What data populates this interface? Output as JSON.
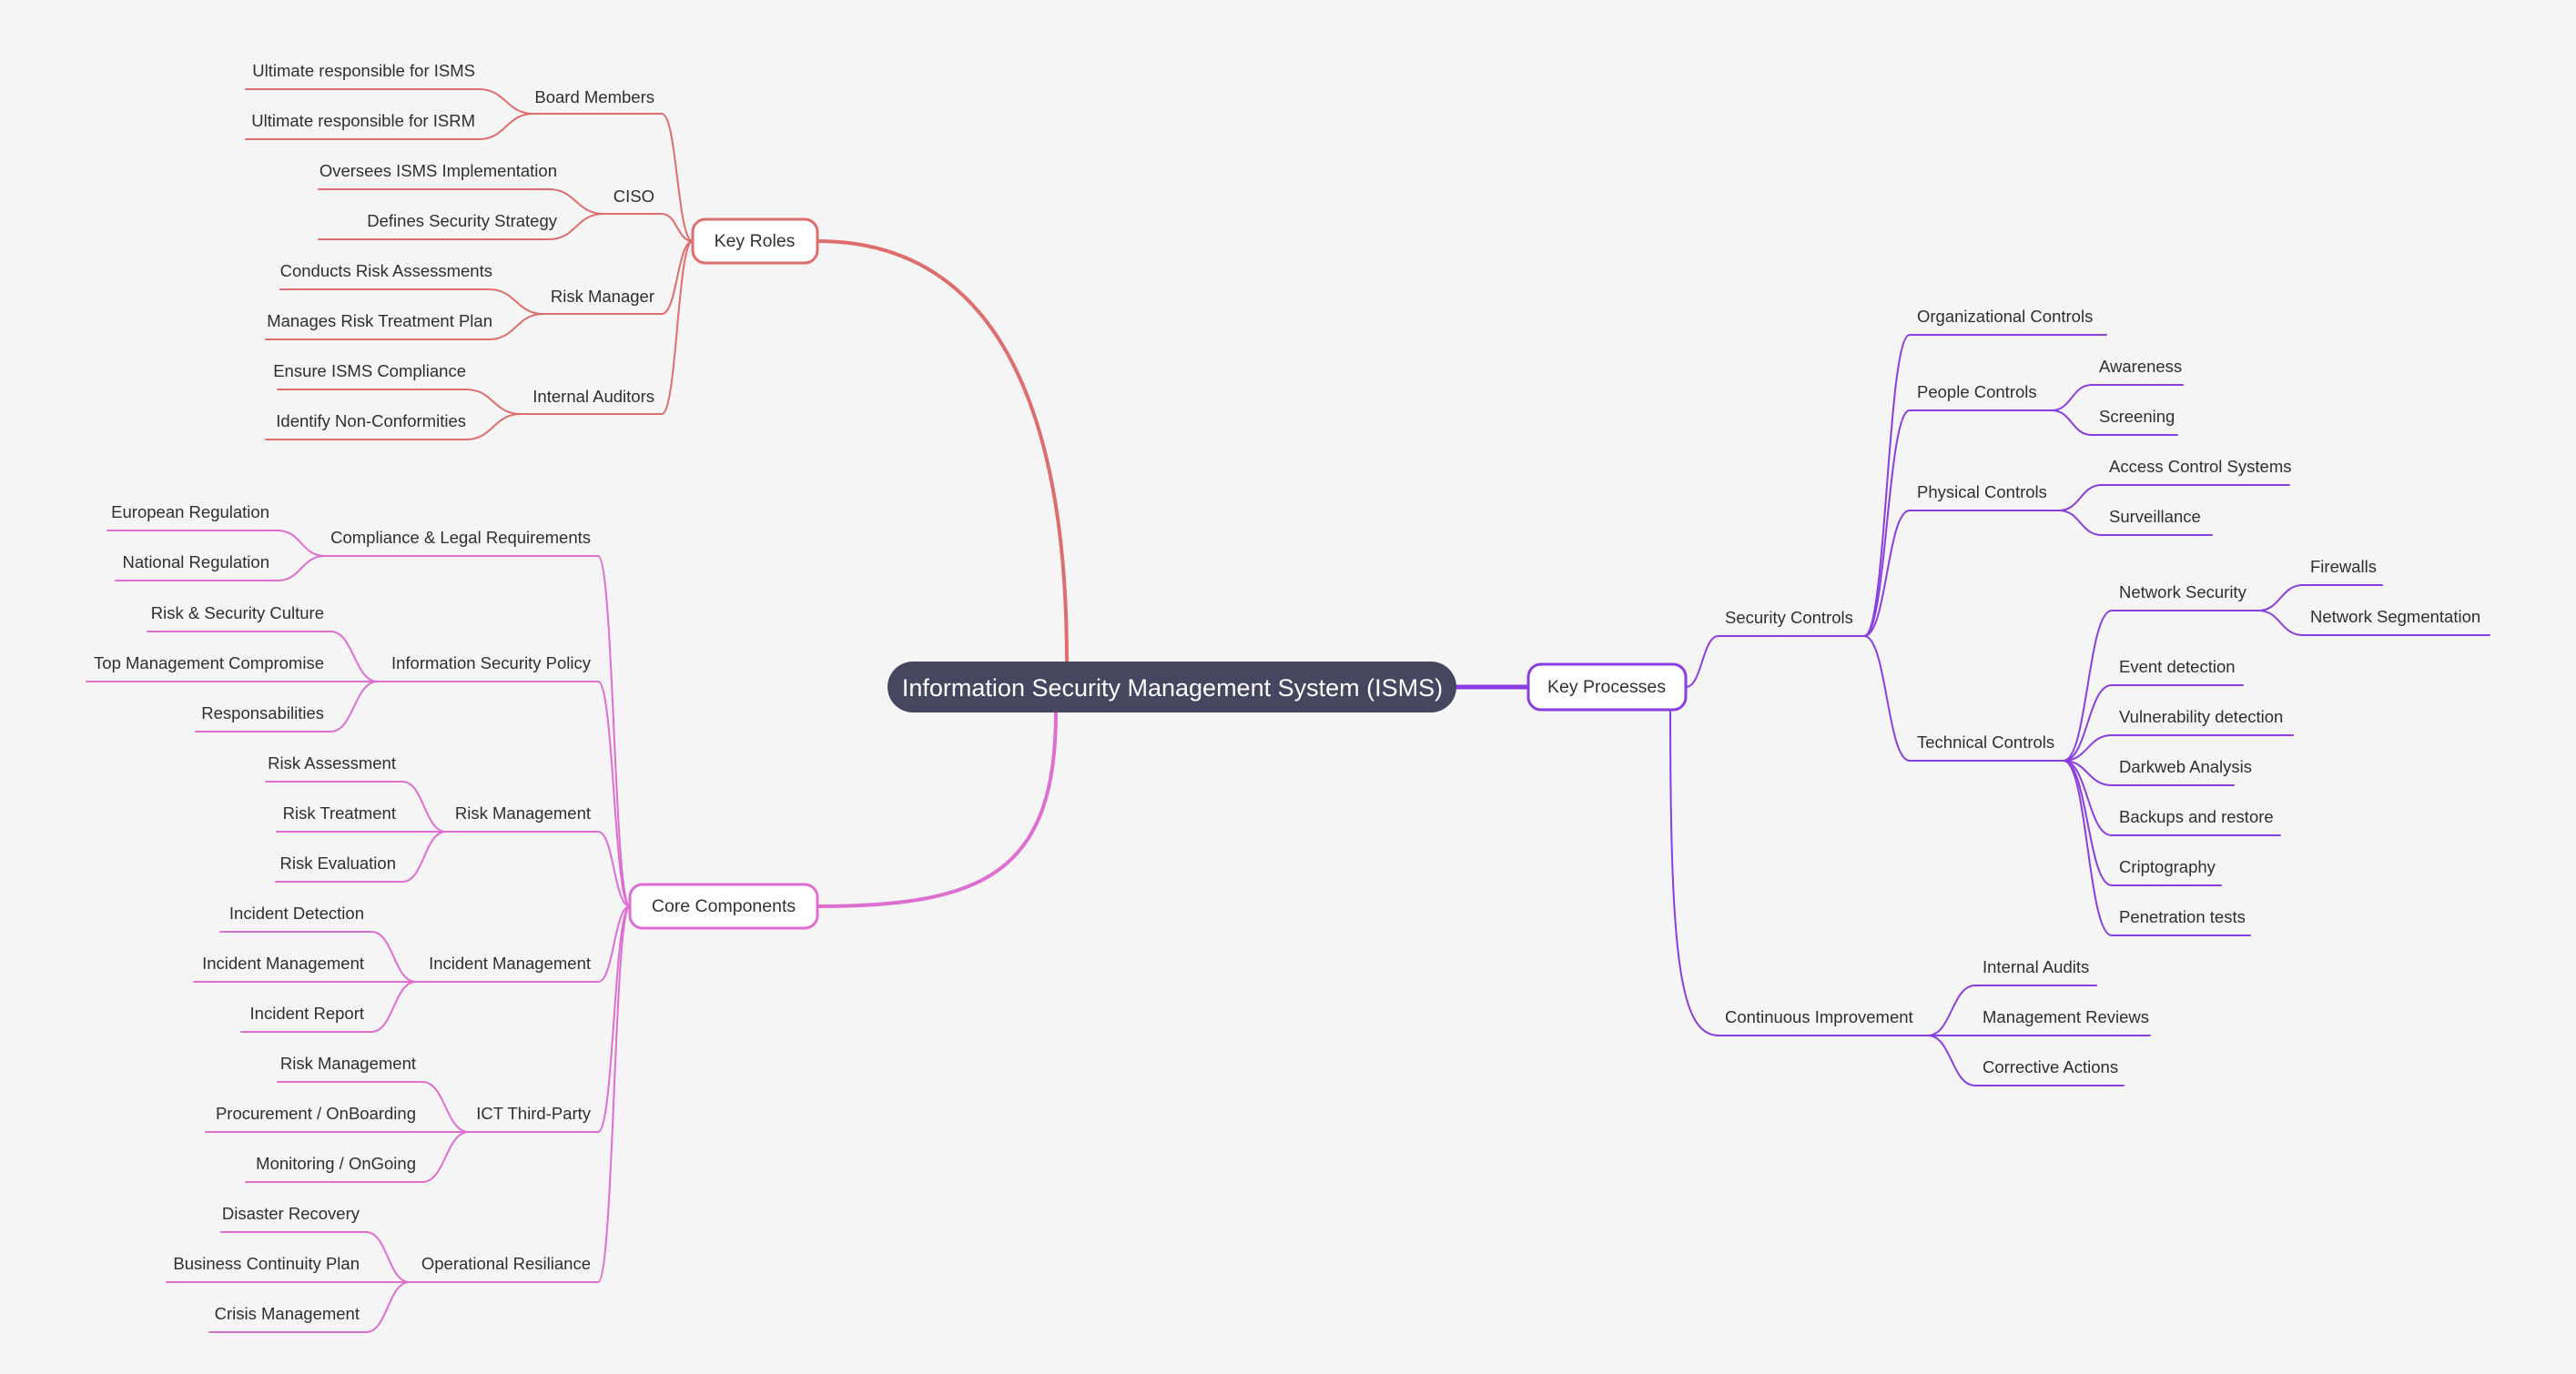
{
  "root": {
    "label": "Information Security Management System (ISMS)"
  },
  "colors": {
    "background": "#f5f5f5",
    "root_fill": "#464660",
    "key_roles": "#de6d6d",
    "core_components": "#df6ed1",
    "key_processes": "#8a3ee0"
  },
  "branches": {
    "key_roles": {
      "label": "Key Roles",
      "children": [
        {
          "label": "Board Members",
          "children": [
            "Ultimate responsible for ISMS",
            "Ultimate responsible for ISRM"
          ]
        },
        {
          "label": "CISO",
          "children": [
            "Oversees ISMS Implementation",
            "Defines Security Strategy"
          ]
        },
        {
          "label": "Risk Manager",
          "children": [
            "Conducts Risk Assessments",
            "Manages Risk Treatment Plan"
          ]
        },
        {
          "label": "Internal Auditors",
          "children": [
            "Ensure ISMS Compliance",
            "Identify Non-Conformities"
          ]
        }
      ]
    },
    "core_components": {
      "label": "Core Components",
      "children": [
        {
          "label": "Compliance & Legal Requirements",
          "children": [
            "European Regulation",
            "National Regulation"
          ]
        },
        {
          "label": "Information Security Policy",
          "children": [
            "Risk & Security Culture",
            "Top Management Compromise",
            "Responsabilities"
          ]
        },
        {
          "label": "Risk Management",
          "children": [
            "Risk Assessment",
            "Risk Treatment",
            "Risk Evaluation"
          ]
        },
        {
          "label": "Incident Management",
          "children": [
            "Incident Detection",
            "Incident Management",
            "Incident Report"
          ]
        },
        {
          "label": "ICT Third-Party",
          "children": [
            "Risk Management",
            "Procurement / OnBoarding",
            "Monitoring / OnGoing"
          ]
        },
        {
          "label": "Operational Resiliance",
          "children": [
            "Disaster Recovery",
            "Business Continuity Plan",
            "Crisis Management"
          ]
        }
      ]
    },
    "key_processes": {
      "label": "Key Processes",
      "security_controls": {
        "label": "Security Controls",
        "organizational": "Organizational Controls",
        "people": {
          "label": "People Controls",
          "children": [
            "Awareness",
            "Screening"
          ]
        },
        "physical": {
          "label": "Physical Controls",
          "children": [
            "Access Control Systems",
            "Surveillance"
          ]
        },
        "technical": {
          "label": "Technical Controls",
          "network": {
            "label": "Network Security",
            "children": [
              "Firewalls",
              "Network Segmentation"
            ]
          },
          "children": [
            "Event detection",
            "Vulnerability detection",
            "Darkweb Analysis",
            "Backups and restore",
            "Criptography",
            "Penetration tests"
          ]
        }
      },
      "continuous_improvement": {
        "label": "Continuous Improvement",
        "children": [
          "Internal Audits",
          "Management Reviews",
          "Corrective Actions"
        ]
      }
    }
  }
}
